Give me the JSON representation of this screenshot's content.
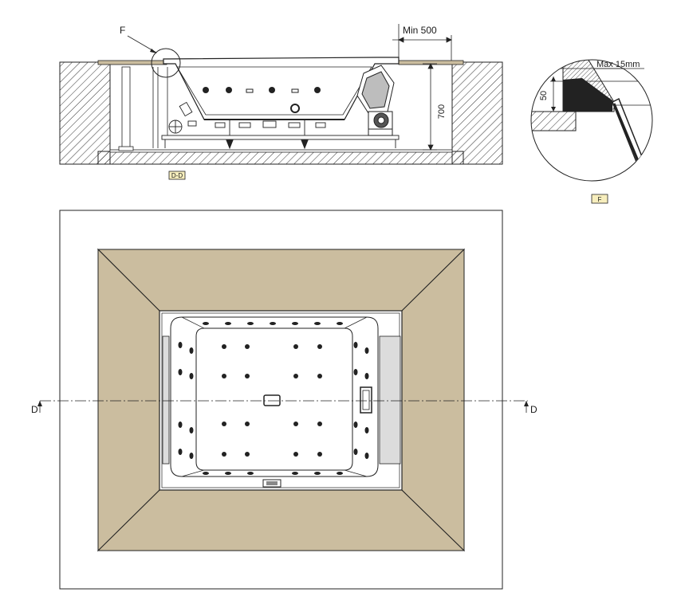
{
  "section_view": {
    "detail_callout_label": "F",
    "min_clearance_label": "Min 500",
    "height_label": "700",
    "section_tag": "D-D"
  },
  "detail_view": {
    "max_gap_label": "Max 15mm",
    "rim_height_label": "50",
    "detail_tag": "F"
  },
  "plan_view": {
    "section_marker_left": "D",
    "section_marker_right": "D"
  },
  "colors": {
    "surround_fill": "#cbbd9f",
    "line": "#1a1a1a",
    "panel_fill": "#dcdcdc"
  }
}
